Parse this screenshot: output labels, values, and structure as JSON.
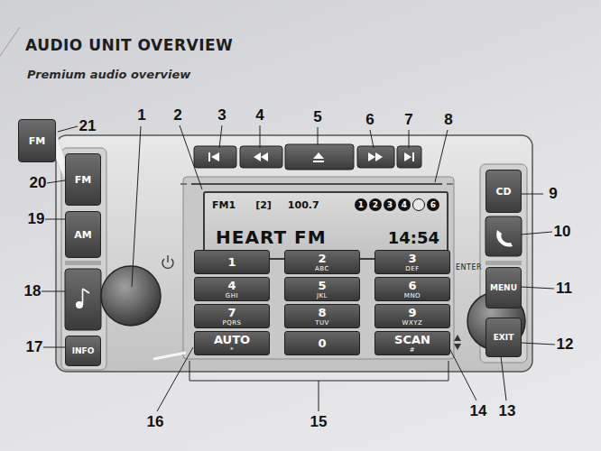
{
  "diagram": {
    "title": "AUDIO UNIT OVERVIEW",
    "nodes": [
      {
        "text": [
          "FM1",
          "[2]",
          "100.7",
          "HEART FM",
          "14:54"
        ]
      },
      {
        "text": [
          "1"
        ],
        "in": 0
      },
      {
        "text": [
          "2"
        ],
        "in": 0
      },
      {
        "text": [
          "3"
        ],
        "in": 0
      },
      {
        "text": [
          "4"
        ],
        "in": 0
      },
      {
        "text": [
          "6"
        ],
        "in": 0
      },
      {
        "text": [
          "FM"
        ]
      },
      {
        "text": [
          "AM"
        ]
      },
      {
        "text": [
          "INFO"
        ]
      },
      {
        "text": [
          "CD"
        ]
      },
      {
        "text": [
          "MENU"
        ]
      },
      {
        "text": [
          "EXIT"
        ]
      },
      {
        "text": [
          "1"
        ]
      },
      {
        "text": [
          "2",
          "ABC"
        ]
      },
      {
        "text": [
          "3",
          "DEF"
        ]
      },
      {
        "text": [
          "4",
          "GHI"
        ]
      },
      {
        "text": [
          "5",
          "JKL"
        ]
      },
      {
        "text": [
          "6",
          "MNO"
        ]
      },
      {
        "text": [
          "7",
          "PQRS"
        ]
      },
      {
        "text": [
          "8",
          "TUV"
        ]
      },
      {
        "text": [
          "9",
          "WXYZ"
        ]
      },
      {
        "text": [
          "AUTO",
          "*"
        ]
      },
      {
        "text": [
          "0"
        ]
      },
      {
        "text": [
          "SCAN",
          "#"
        ]
      },
      {
        "text": [
          "FM"
        ]
      }
    ],
    "labels": [
      "Premium audio overview",
      "ENTER",
      "1",
      "2",
      "3",
      "4",
      "5",
      "6",
      "7",
      "8",
      "9",
      "10",
      "11",
      "12",
      "13",
      "14",
      "15",
      "16",
      "17",
      "18",
      "19",
      "20",
      "21"
    ]
  }
}
